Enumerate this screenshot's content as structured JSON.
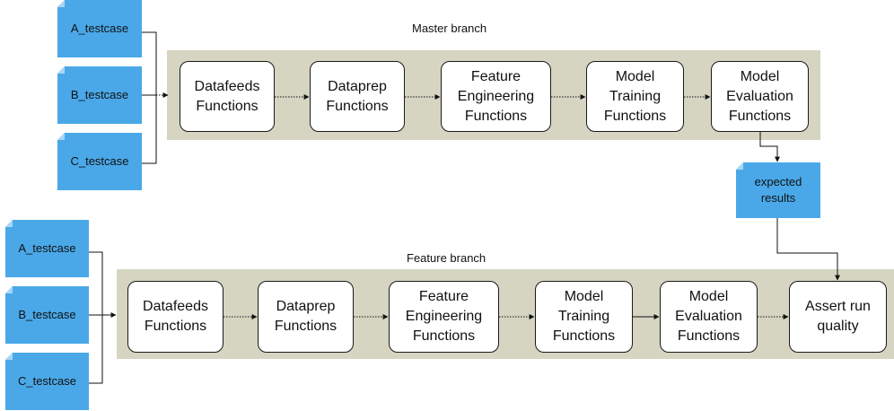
{
  "master": {
    "title": "Master branch",
    "testcases": [
      "A_testcase",
      "B_testcase",
      "C_testcase"
    ],
    "steps": [
      "Datafeeds\nFunctions",
      "Dataprep\nFunctions",
      "Feature\nEngineering\nFunctions",
      "Model\nTraining\nFunctions",
      "Model\nEvaluation\nFunctions"
    ]
  },
  "expected": {
    "label": "expected\nresults"
  },
  "feature": {
    "title": "Feature branch",
    "testcases": [
      "A_testcase",
      "B_testcase",
      "C_testcase"
    ],
    "steps": [
      "Datafeeds\nFunctions",
      "Dataprep\nFunctions",
      "Feature\nEngineering\nFunctions",
      "Model\nTraining\nFunctions",
      "Model\nEvaluation\nFunctions",
      "Assert run\nquality"
    ]
  },
  "colors": {
    "branch_bg": "#d6d5c2",
    "testcase_fill": "#4aa8e8",
    "arrow": "#111111"
  }
}
